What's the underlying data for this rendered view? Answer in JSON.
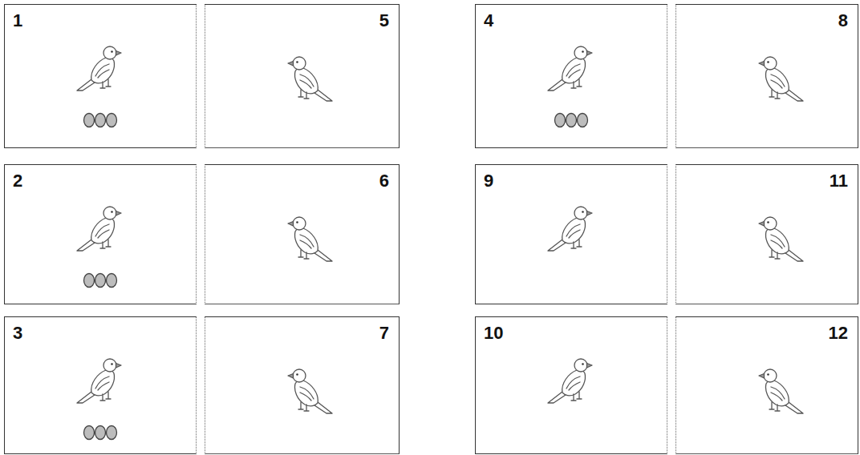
{
  "diagram": {
    "nodes": [
      {
        "text": [
          "1"
        ]
      },
      {
        "text": [
          "5"
        ]
      },
      {
        "text": [
          "4"
        ]
      },
      {
        "text": [
          "8"
        ]
      },
      {
        "text": [
          "2"
        ]
      },
      {
        "text": [
          "6"
        ]
      },
      {
        "text": [
          "9"
        ]
      },
      {
        "text": [
          "11"
        ]
      },
      {
        "text": [
          "3"
        ]
      },
      {
        "text": [
          "7"
        ]
      },
      {
        "text": [
          "10"
        ]
      },
      {
        "text": [
          "12"
        ]
      }
    ]
  }
}
